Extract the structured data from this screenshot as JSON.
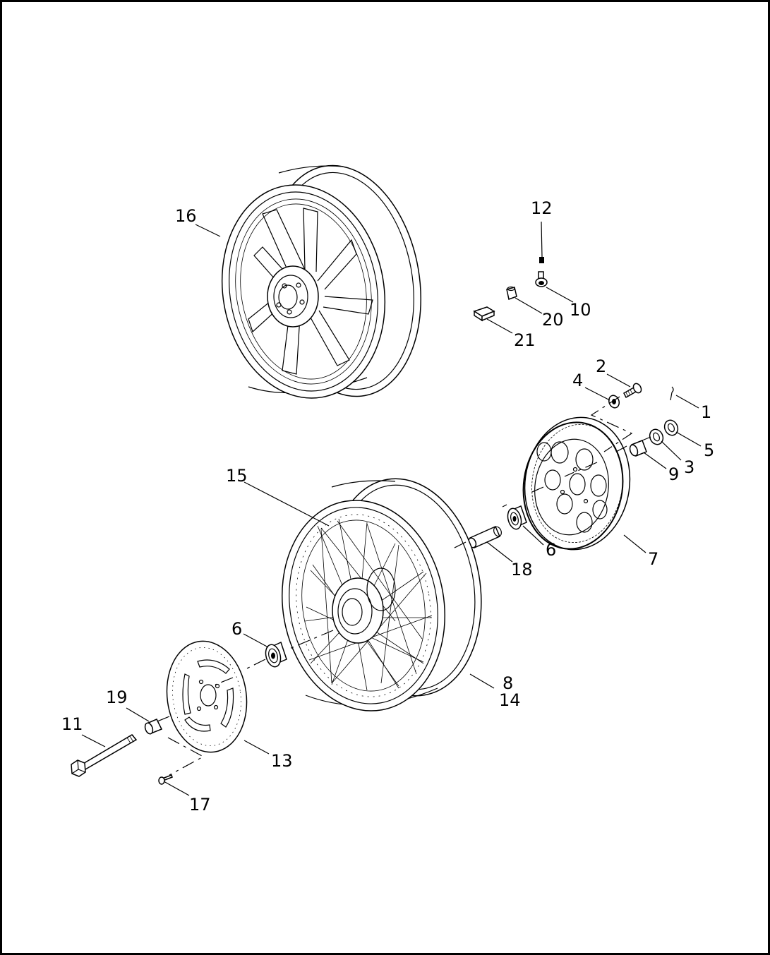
{
  "diagram": {
    "labels": [
      {
        "id": "16",
        "text": "16"
      },
      {
        "id": "12",
        "text": "12"
      },
      {
        "id": "10",
        "text": "10"
      },
      {
        "id": "20",
        "text": "20"
      },
      {
        "id": "21",
        "text": "21"
      },
      {
        "id": "2",
        "text": "2"
      },
      {
        "id": "4",
        "text": "4"
      },
      {
        "id": "1",
        "text": "1"
      },
      {
        "id": "5",
        "text": "5"
      },
      {
        "id": "3",
        "text": "3"
      },
      {
        "id": "9",
        "text": "9"
      },
      {
        "id": "15",
        "text": "15"
      },
      {
        "id": "6a",
        "text": "6"
      },
      {
        "id": "7",
        "text": "7"
      },
      {
        "id": "18",
        "text": "18"
      },
      {
        "id": "6b",
        "text": "6"
      },
      {
        "id": "8",
        "text": "8"
      },
      {
        "id": "14",
        "text": "14"
      },
      {
        "id": "19",
        "text": "19"
      },
      {
        "id": "11",
        "text": "11"
      },
      {
        "id": "13",
        "text": "13"
      },
      {
        "id": "17",
        "text": "17"
      }
    ]
  }
}
